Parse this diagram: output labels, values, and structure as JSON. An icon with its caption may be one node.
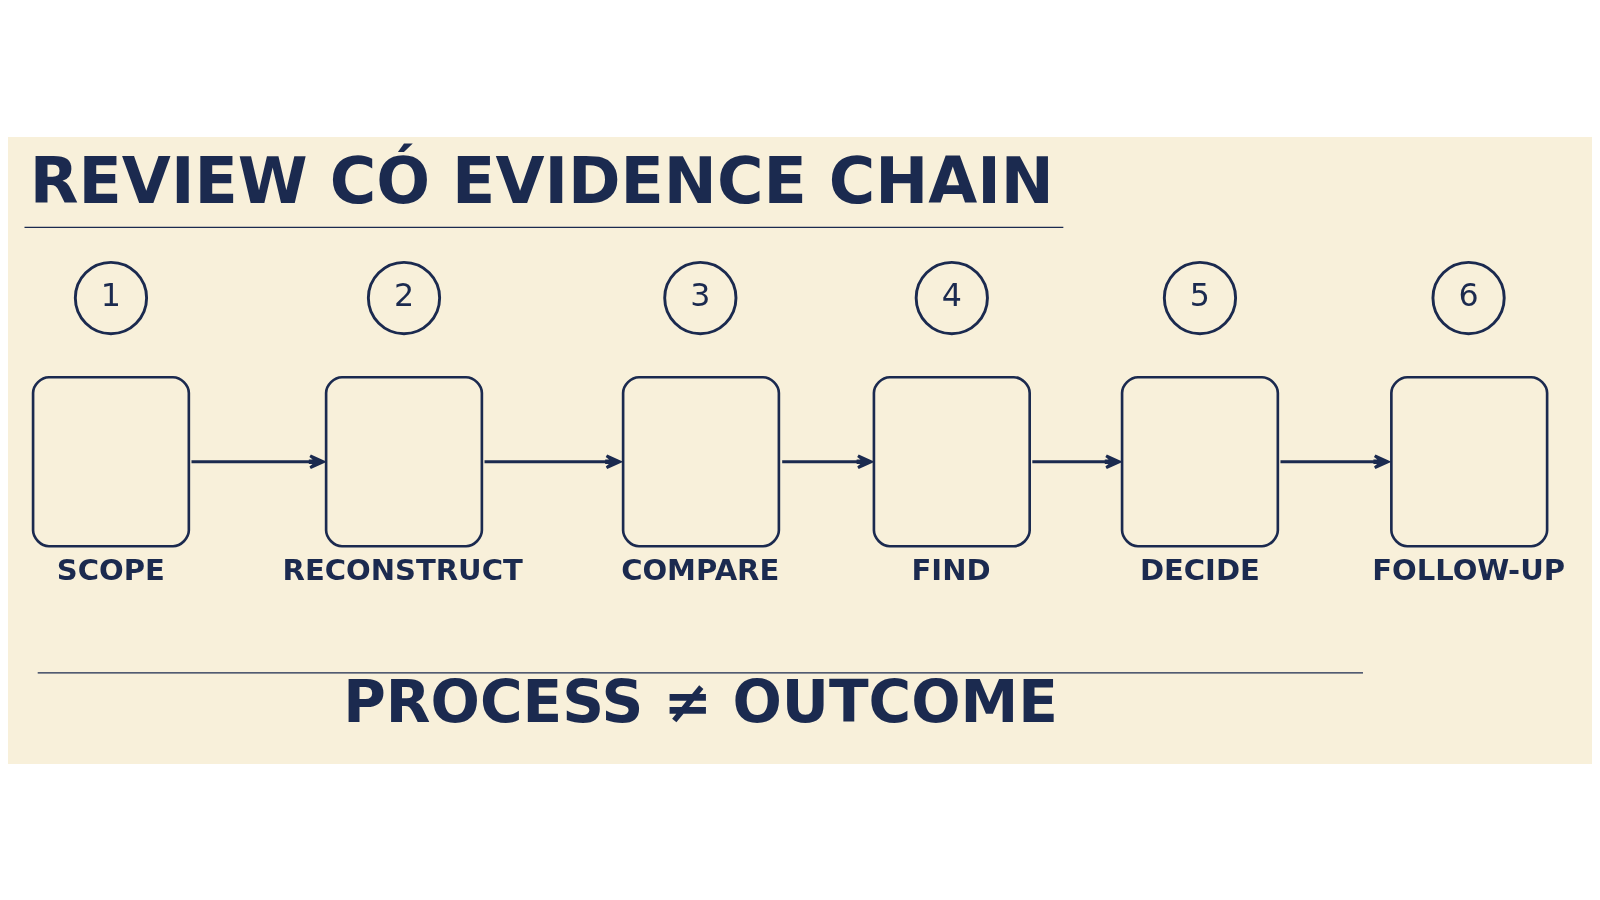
{
  "diagram": {
    "title": "REVIEW CÓ EVIDENCE CHAIN",
    "caption": "PROCESS ≠ OUTCOME",
    "nodes": [
      {
        "text": [
          "1"
        ]
      },
      {
        "text": [
          "2"
        ]
      },
      {
        "text": [
          "3"
        ]
      },
      {
        "text": [
          "4"
        ]
      },
      {
        "text": [
          "5"
        ]
      },
      {
        "text": [
          "6"
        ]
      },
      {
        "text": [
          "SCOPE"
        ]
      },
      {
        "text": [
          "RECONSTRUCT"
        ]
      },
      {
        "text": [
          "COMPARE"
        ]
      },
      {
        "text": [
          "FIND"
        ]
      },
      {
        "text": [
          "DECIDE"
        ]
      },
      {
        "text": [
          "FOLLOW-UP"
        ]
      }
    ],
    "edges": [
      {
        "from": 6,
        "to": 7,
        "arrow": "to"
      },
      {
        "from": 7,
        "to": 8,
        "arrow": "to"
      },
      {
        "from": 8,
        "to": 9,
        "arrow": "to"
      },
      {
        "from": 9,
        "to": 10,
        "arrow": "to"
      },
      {
        "from": 10,
        "to": 11,
        "arrow": "to"
      }
    ]
  }
}
